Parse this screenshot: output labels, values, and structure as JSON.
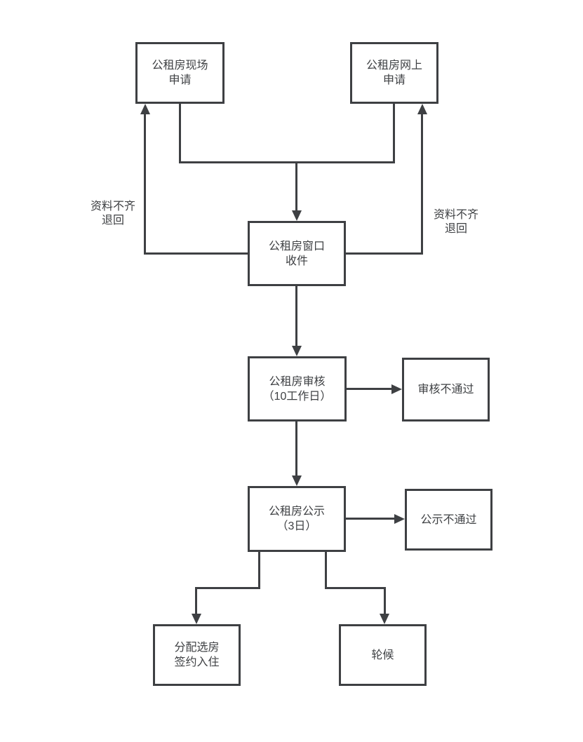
{
  "colors": {
    "line": "#3e4043",
    "text": "#3e4043",
    "background": "#ffffff",
    "node_background": "#ffffff"
  },
  "diagram": {
    "type": "flowchart",
    "nodes": {
      "onsite": {
        "label": "公租房现场\n申请"
      },
      "online": {
        "label": "公租房网上\n申请"
      },
      "window": {
        "label": "公租房窗口\n收件"
      },
      "review": {
        "label": "公租房审核\n（10工作日）"
      },
      "review_fail": {
        "label": "审核不通过"
      },
      "publicity": {
        "label": "公租房公示\n（3日）"
      },
      "publicity_fail": {
        "label": "公示不通过"
      },
      "allocation": {
        "label": "分配选房\n签约入住"
      },
      "waiting": {
        "label": "轮候"
      }
    },
    "edge_labels": {
      "left_return": "资料不齐\n退回",
      "right_return": "资料不齐\n退回"
    }
  }
}
